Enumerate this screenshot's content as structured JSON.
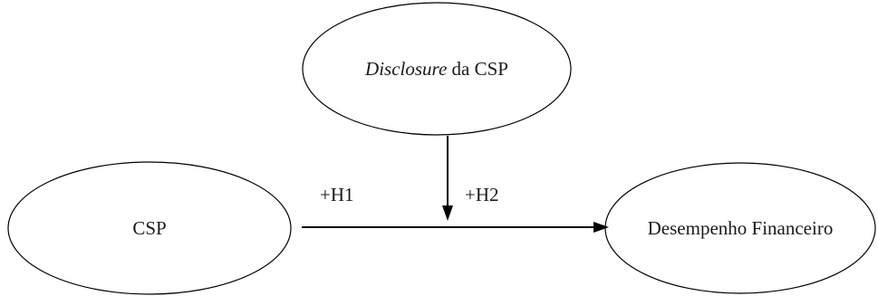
{
  "nodes": {
    "disclosure": {
      "label_italic": "Disclosure",
      "label_rest": " da CSP"
    },
    "csp": {
      "label": "CSP"
    },
    "performance": {
      "label": "Desempenho Financeiro"
    }
  },
  "edges": {
    "h1": {
      "label": "+H1"
    },
    "h2": {
      "label": "+H2"
    }
  }
}
